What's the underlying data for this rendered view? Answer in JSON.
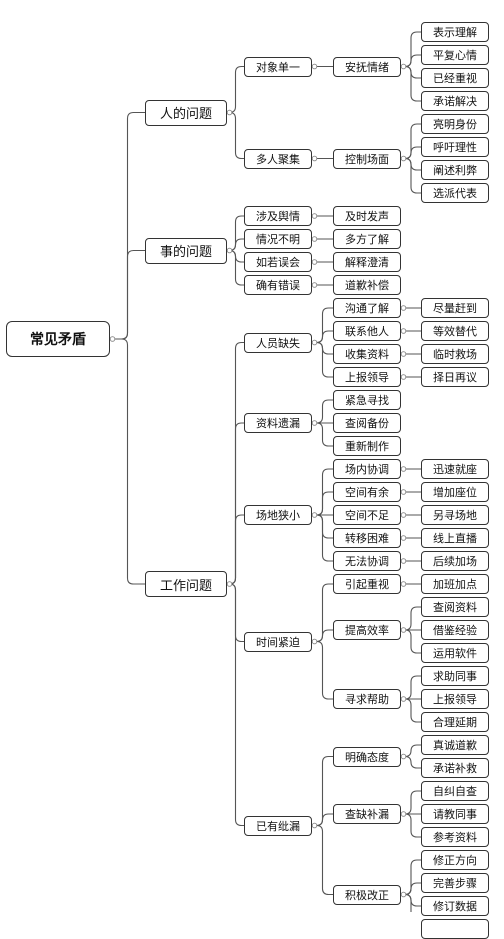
{
  "title": "常见矛盾",
  "tree": [
    {
      "label": "人的问题",
      "children": [
        {
          "label": "对象单一",
          "children": [
            {
              "label": "安抚情绪",
              "children": [
                {
                  "label": "表示理解"
                },
                {
                  "label": "平复心情"
                },
                {
                  "label": "已经重视"
                },
                {
                  "label": "承诺解决"
                }
              ]
            }
          ]
        },
        {
          "label": "多人聚集",
          "children": [
            {
              "label": "控制场面",
              "children": [
                {
                  "label": "亮明身份"
                },
                {
                  "label": "呼吁理性"
                },
                {
                  "label": "阐述利弊"
                },
                {
                  "label": "选派代表"
                }
              ]
            }
          ]
        }
      ]
    },
    {
      "label": "事的问题",
      "children": [
        {
          "label": "涉及舆情",
          "children": [
            {
              "label": "及时发声"
            }
          ]
        },
        {
          "label": "情况不明",
          "children": [
            {
              "label": "多方了解"
            }
          ]
        },
        {
          "label": "如若误会",
          "children": [
            {
              "label": "解释澄清"
            }
          ]
        },
        {
          "label": "确有错误",
          "children": [
            {
              "label": "道歉补偿"
            }
          ]
        }
      ]
    },
    {
      "label": "工作问题",
      "children": [
        {
          "label": "人员缺失",
          "children": [
            {
              "label": "沟通了解",
              "children": [
                {
                  "label": "尽量赶到"
                }
              ]
            },
            {
              "label": "联系他人",
              "children": [
                {
                  "label": "等效替代"
                }
              ]
            },
            {
              "label": "收集资料",
              "children": [
                {
                  "label": "临时救场"
                }
              ]
            },
            {
              "label": "上报领导",
              "children": [
                {
                  "label": "择日再议"
                }
              ]
            }
          ]
        },
        {
          "label": "资料遗漏",
          "children": [
            {
              "label": "紧急寻找"
            },
            {
              "label": "查阅备份"
            },
            {
              "label": "重新制作"
            }
          ]
        },
        {
          "label": "场地狭小",
          "children": [
            {
              "label": "场内协调",
              "children": [
                {
                  "label": "迅速就座"
                }
              ]
            },
            {
              "label": "空间有余",
              "children": [
                {
                  "label": "增加座位"
                }
              ]
            },
            {
              "label": "空间不足",
              "children": [
                {
                  "label": "另寻场地"
                }
              ]
            },
            {
              "label": "转移困难",
              "children": [
                {
                  "label": "线上直播"
                }
              ]
            },
            {
              "label": "无法协调",
              "children": [
                {
                  "label": "后续加场"
                }
              ]
            }
          ]
        },
        {
          "label": "时间紧迫",
          "children": [
            {
              "label": "引起重视",
              "children": [
                {
                  "label": "加班加点"
                }
              ]
            },
            {
              "label": "提高效率",
              "children": [
                {
                  "label": "查阅资料"
                },
                {
                  "label": "借鉴经验"
                },
                {
                  "label": "运用软件"
                }
              ]
            },
            {
              "label": "寻求帮助",
              "children": [
                {
                  "label": "求助同事"
                },
                {
                  "label": "上报领导"
                },
                {
                  "label": "合理延期"
                }
              ]
            }
          ]
        },
        {
          "label": "已有纰漏",
          "children": [
            {
              "label": "明确态度",
              "children": [
                {
                  "label": "真诚道歉"
                },
                {
                  "label": "承诺补救"
                }
              ]
            },
            {
              "label": "查缺补漏",
              "children": [
                {
                  "label": "自纠自查"
                },
                {
                  "label": "请教同事"
                },
                {
                  "label": "参考资料"
                }
              ]
            },
            {
              "label": "积极改正",
              "children": [
                {
                  "label": "修正方向"
                },
                {
                  "label": "完善步骤"
                },
                {
                  "label": "修订数据"
                },
                {
                  "label": ""
                }
              ]
            }
          ]
        }
      ]
    }
  ]
}
